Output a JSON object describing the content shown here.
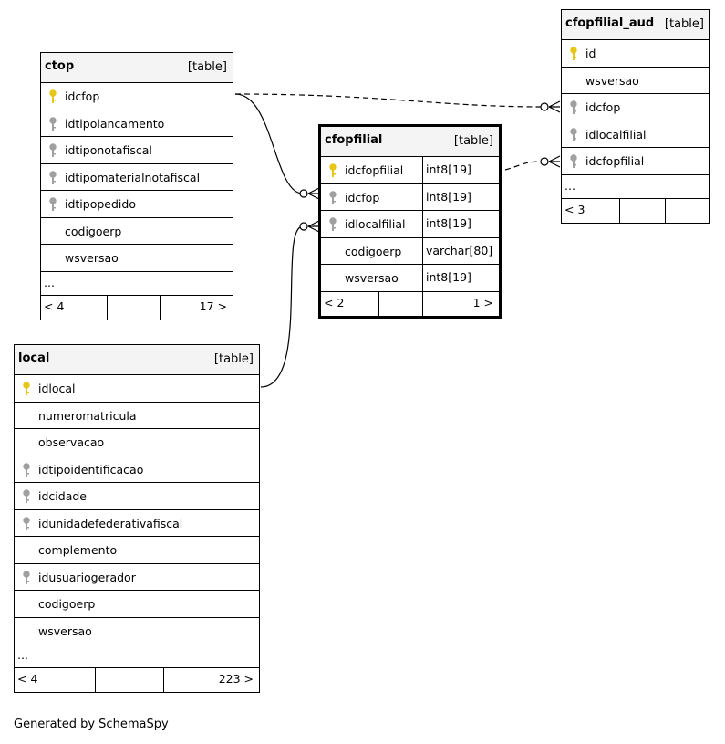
{
  "tables": {
    "ctop": {
      "name": "ctop",
      "type": "[table]",
      "columns": [
        {
          "name": "idcfop",
          "key": "primary"
        },
        {
          "name": "idtipolancamento",
          "key": "foreign"
        },
        {
          "name": "idtiponotafiscal",
          "key": "foreign"
        },
        {
          "name": "idtipomaterialnotafiscal",
          "key": "foreign"
        },
        {
          "name": "idtipopedido",
          "key": "foreign"
        },
        {
          "name": "codigoerp",
          "key": "none"
        },
        {
          "name": "wsversao",
          "key": "none"
        }
      ],
      "more": "...",
      "footer": {
        "left": "< 4",
        "right": "17 >"
      }
    },
    "cfopfilial_aud": {
      "name": "cfopfilial_aud",
      "type": "[table]",
      "columns": [
        {
          "name": "id",
          "key": "primary"
        },
        {
          "name": "wsversao",
          "key": "none"
        },
        {
          "name": "idcfop",
          "key": "foreign"
        },
        {
          "name": "idlocalfilial",
          "key": "foreign"
        },
        {
          "name": "idcfopfilial",
          "key": "foreign"
        }
      ],
      "more": "...",
      "footer": {
        "left": "< 3",
        "right": ""
      }
    },
    "cfopfilial": {
      "name": "cfopfilial",
      "type": "[table]",
      "columns": [
        {
          "name": "idcfopfilial",
          "type": "int8[19]",
          "key": "primary"
        },
        {
          "name": "idcfop",
          "type": "int8[19]",
          "key": "foreign"
        },
        {
          "name": "idlocalfilial",
          "type": "int8[19]",
          "key": "foreign"
        },
        {
          "name": "codigoerp",
          "type": "varchar[80]",
          "key": "none"
        },
        {
          "name": "wsversao",
          "type": "int8[19]",
          "key": "none"
        }
      ],
      "footer": {
        "left": "< 2",
        "right": "1 >"
      }
    },
    "local": {
      "name": "local",
      "type": "[table]",
      "columns": [
        {
          "name": "idlocal",
          "key": "primary"
        },
        {
          "name": "numeromatricula",
          "key": "none"
        },
        {
          "name": "observacao",
          "key": "none"
        },
        {
          "name": "idtipoidentificacao",
          "key": "foreign"
        },
        {
          "name": "idcidade",
          "key": "foreign"
        },
        {
          "name": "idunidadefederativafiscal",
          "key": "foreign"
        },
        {
          "name": "complemento",
          "key": "none"
        },
        {
          "name": "idusuariogerador",
          "key": "foreign"
        },
        {
          "name": "codigoerp",
          "key": "none"
        },
        {
          "name": "wsversao",
          "key": "none"
        }
      ],
      "more": "...",
      "footer": {
        "left": "< 4",
        "right": "223 >"
      }
    }
  },
  "generated_by": "Generated by SchemaSpy",
  "colors": {
    "primary_key": "#e6c619",
    "foreign_key": "#a0a0a0",
    "header_bg": "#f4f4f4"
  }
}
